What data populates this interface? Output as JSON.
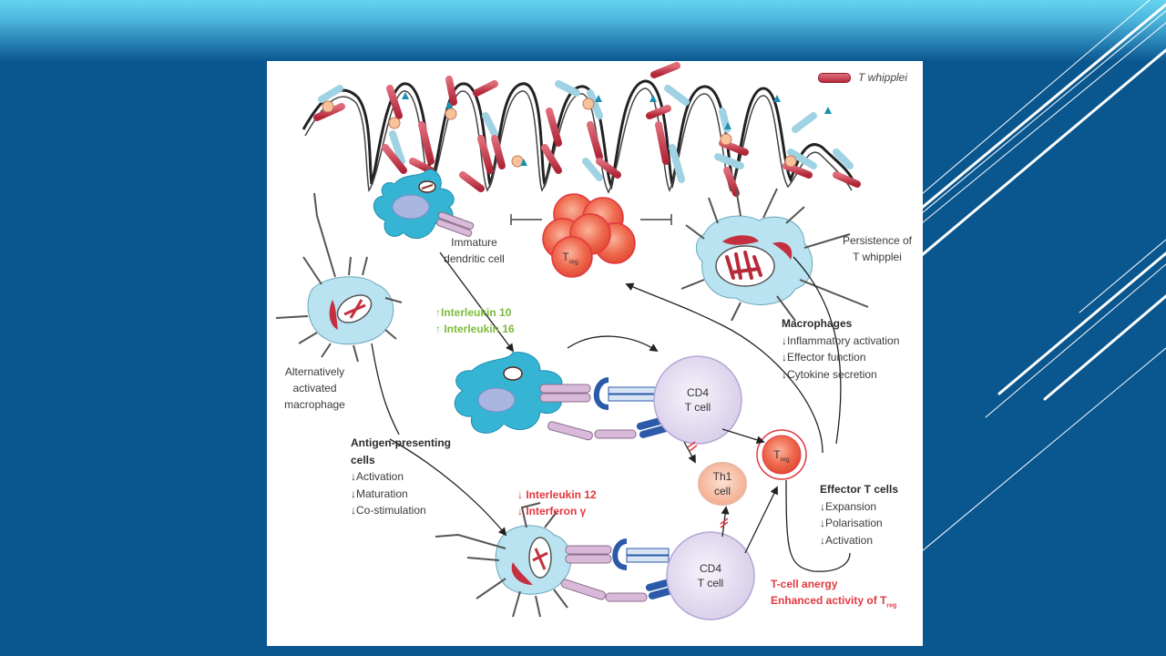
{
  "slide": {
    "background_color": "#0a568e",
    "band_gradient": [
      "#63d4f0",
      "#0a568e"
    ],
    "decoration": "diagonal-white-lines"
  },
  "figure": {
    "legend": {
      "icon": "rod-bacterium-icon",
      "label": "T whipplei"
    },
    "labels": {
      "immature_dc": [
        "Immature",
        "dendritic cell"
      ],
      "persistence": [
        "Persistence of",
        "T whipplei"
      ],
      "alt_macrophage": [
        "Alternatively",
        "activated",
        "macrophage"
      ],
      "treg_cluster": "T",
      "treg_cluster_sub": "reg",
      "treg_single": "T",
      "treg_single_sub": "reg",
      "th1": [
        "Th1",
        "cell"
      ],
      "cd4_top": [
        "CD4",
        "T cell"
      ],
      "cd4_bottom": [
        "CD4",
        "T cell"
      ]
    },
    "increased_cytokines": [
      "↑Interleukin 10",
      "↑ Interleukin 16"
    ],
    "decreased_cytokines": [
      "↓ Interleukin 12",
      "↓ Interferon γ"
    ],
    "macrophages": {
      "title": "Macrophages",
      "effects": [
        "Inflammatory activation",
        "Effector function",
        "Cytokine secretion"
      ]
    },
    "apc": {
      "title_line1": "Antigen-presenting",
      "title_line2": "cells",
      "effects": [
        "Activation",
        "Maturation",
        "Co-stimulation"
      ]
    },
    "effector_t": {
      "title": "Effector T cells",
      "effects": [
        "Expansion",
        "Polarisation",
        "Activation"
      ]
    },
    "outcome": {
      "line1": "T-cell anergy",
      "line2": "Enhanced activity of T",
      "line2_sub": "reg"
    },
    "colors": {
      "bacterium": "#b72a3a",
      "cell_cyan": "#36b4d4",
      "cell_light": "#b9e3f0",
      "treg": "#ee5a43",
      "cd4": "#e6e1f1",
      "green_text": "#7cbb3a",
      "red_text": "#e2383f"
    }
  }
}
